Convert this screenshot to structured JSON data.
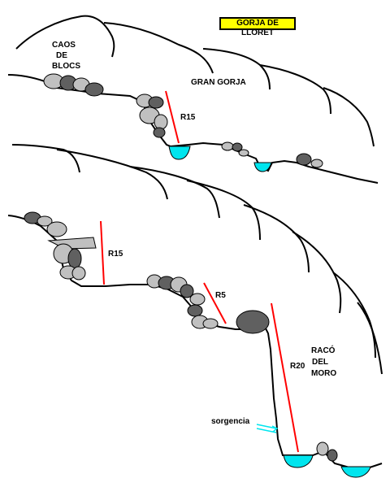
{
  "title": "GORJA DE LLORET",
  "labels": {
    "caos_line1": "CAOS",
    "caos_line2": "DE",
    "caos_line3": "BLOCS",
    "gran_gorja": "GRAN GORJA",
    "rappel_upper": "R15",
    "rappel_left": "R15",
    "rappel_small": "R5",
    "rappel_big": "R20",
    "raco_line1": "RACÓ",
    "raco_line2": "DEL",
    "raco_line3": "MORO",
    "spring": "sorgencia"
  },
  "colors": {
    "rappel_line": "#ff0000",
    "water": "#00e5ee",
    "rock_light": "#c0c0c0",
    "rock_dark": "#606060",
    "title_bg": "#ffff00"
  }
}
